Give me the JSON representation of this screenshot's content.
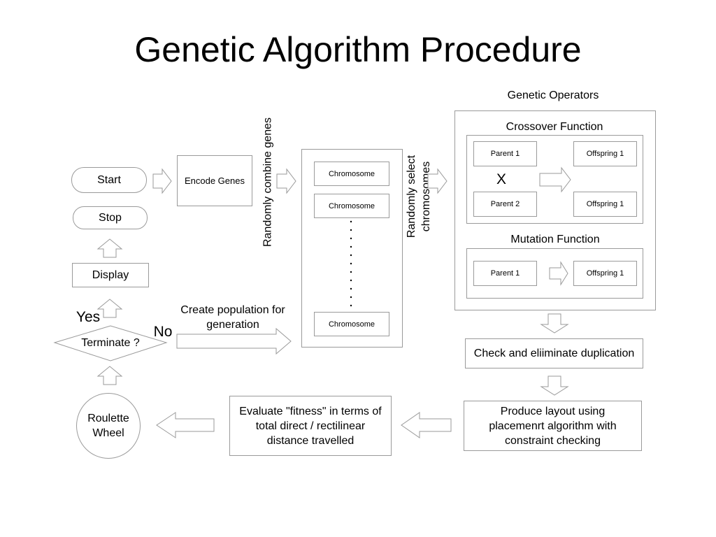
{
  "title": "Genetic Algorithm Procedure",
  "start": "Start",
  "stop": "Stop",
  "display": "Display",
  "yes": "Yes",
  "no": "No",
  "terminate": "Terminate ?",
  "roulette": "Roulette Wheel",
  "encode": "Encode Genes",
  "randomly_combine": "Randomly combine genes",
  "chromosome": "Chromosome",
  "create_population": "Create population for generation",
  "randomly_select": "Randomly select chromosomes",
  "genetic_operators": "Genetic Operators",
  "crossover_function": "Crossover Function",
  "parent1": "Parent 1",
  "parent2": "Parent 2",
  "offspring1": "Offspring 1",
  "x": "X",
  "mutation_function": "Mutation Function",
  "check": "Check and eliiminate duplication",
  "produce": "Produce layout using placemenrt algorithm with constraint checking",
  "evaluate": "Evaluate \"fitness\" in terms of total direct / rectilinear distance travelled"
}
